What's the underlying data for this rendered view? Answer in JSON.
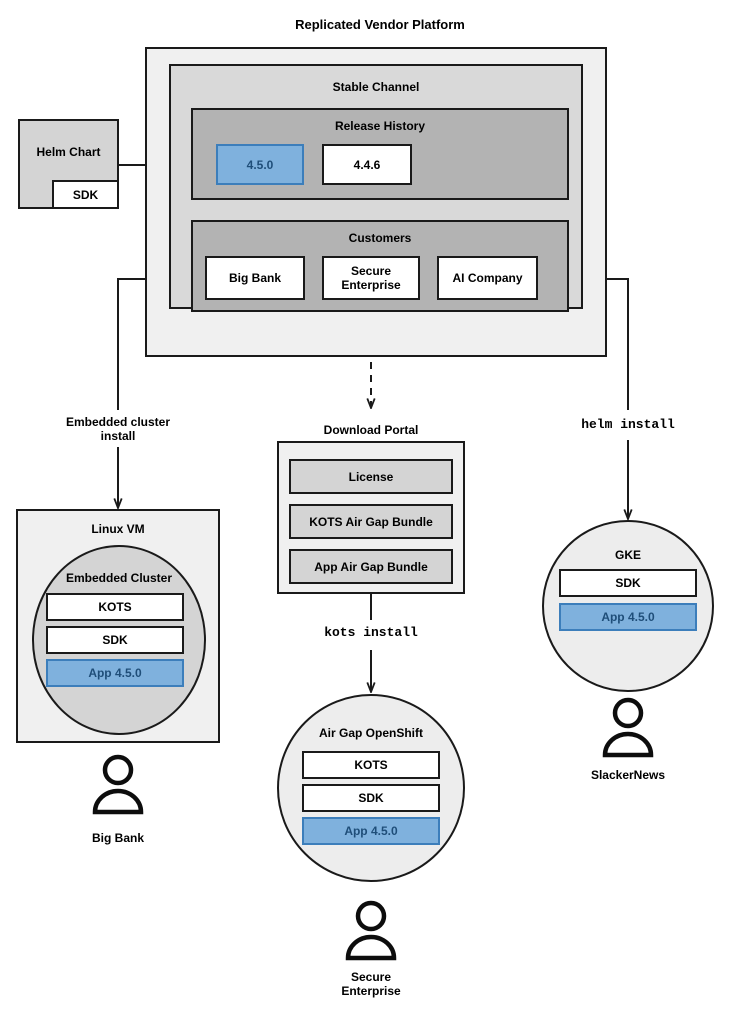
{
  "title": "Replicated Vendor Platform",
  "platform": {
    "channel_label": "Stable Channel",
    "release_history": {
      "label": "Release History",
      "releases": [
        {
          "version": "4.5.0",
          "state": "current"
        },
        {
          "version": "4.4.6",
          "state": "previous"
        }
      ]
    },
    "customers": {
      "label": "Customers",
      "items": [
        {
          "name": "Big Bank"
        },
        {
          "name": "Secure\nEnterprise"
        },
        {
          "name": "AI Company"
        }
      ]
    }
  },
  "helm_chart": {
    "label": "Helm Chart",
    "sdk_label": "SDK"
  },
  "connectors": {
    "embedded_install": "Embedded cluster\ninstall",
    "helm_install": "helm install",
    "kots_install": "kots install"
  },
  "download_portal": {
    "label": "Download Portal",
    "artifacts": [
      "License",
      "KOTS Air Gap Bundle",
      "App Air Gap Bundle"
    ]
  },
  "environments": [
    {
      "id": "linux-vm",
      "label": "Linux VM",
      "inner_label": "Embedded Cluster",
      "components": [
        {
          "name": "KOTS",
          "style": "white"
        },
        {
          "name": "SDK",
          "style": "white"
        },
        {
          "name": "App 4.5.0",
          "style": "blue"
        }
      ],
      "user": "Big Bank"
    },
    {
      "id": "air-gap-openshift",
      "label": "Air Gap OpenShift",
      "components": [
        {
          "name": "KOTS",
          "style": "white"
        },
        {
          "name": "SDK",
          "style": "white"
        },
        {
          "name": "App 4.5.0",
          "style": "blue"
        }
      ],
      "user": "Secure\nEnterprise"
    },
    {
      "id": "gke",
      "label": "GKE",
      "components": [
        {
          "name": "SDK",
          "style": "white"
        },
        {
          "name": "App 4.5.0",
          "style": "blue"
        }
      ],
      "user": "SlackerNews"
    }
  ],
  "colors": {
    "accent_blue_fill": "#7fb1dd",
    "accent_blue_border": "#3c7ebb",
    "accent_blue_text": "#1f4e79",
    "outline": "#1a1a1a",
    "level1_grey": "#f0f0f0",
    "level2_grey": "#d9d9d9",
    "level3_grey": "#b3b3b3"
  }
}
